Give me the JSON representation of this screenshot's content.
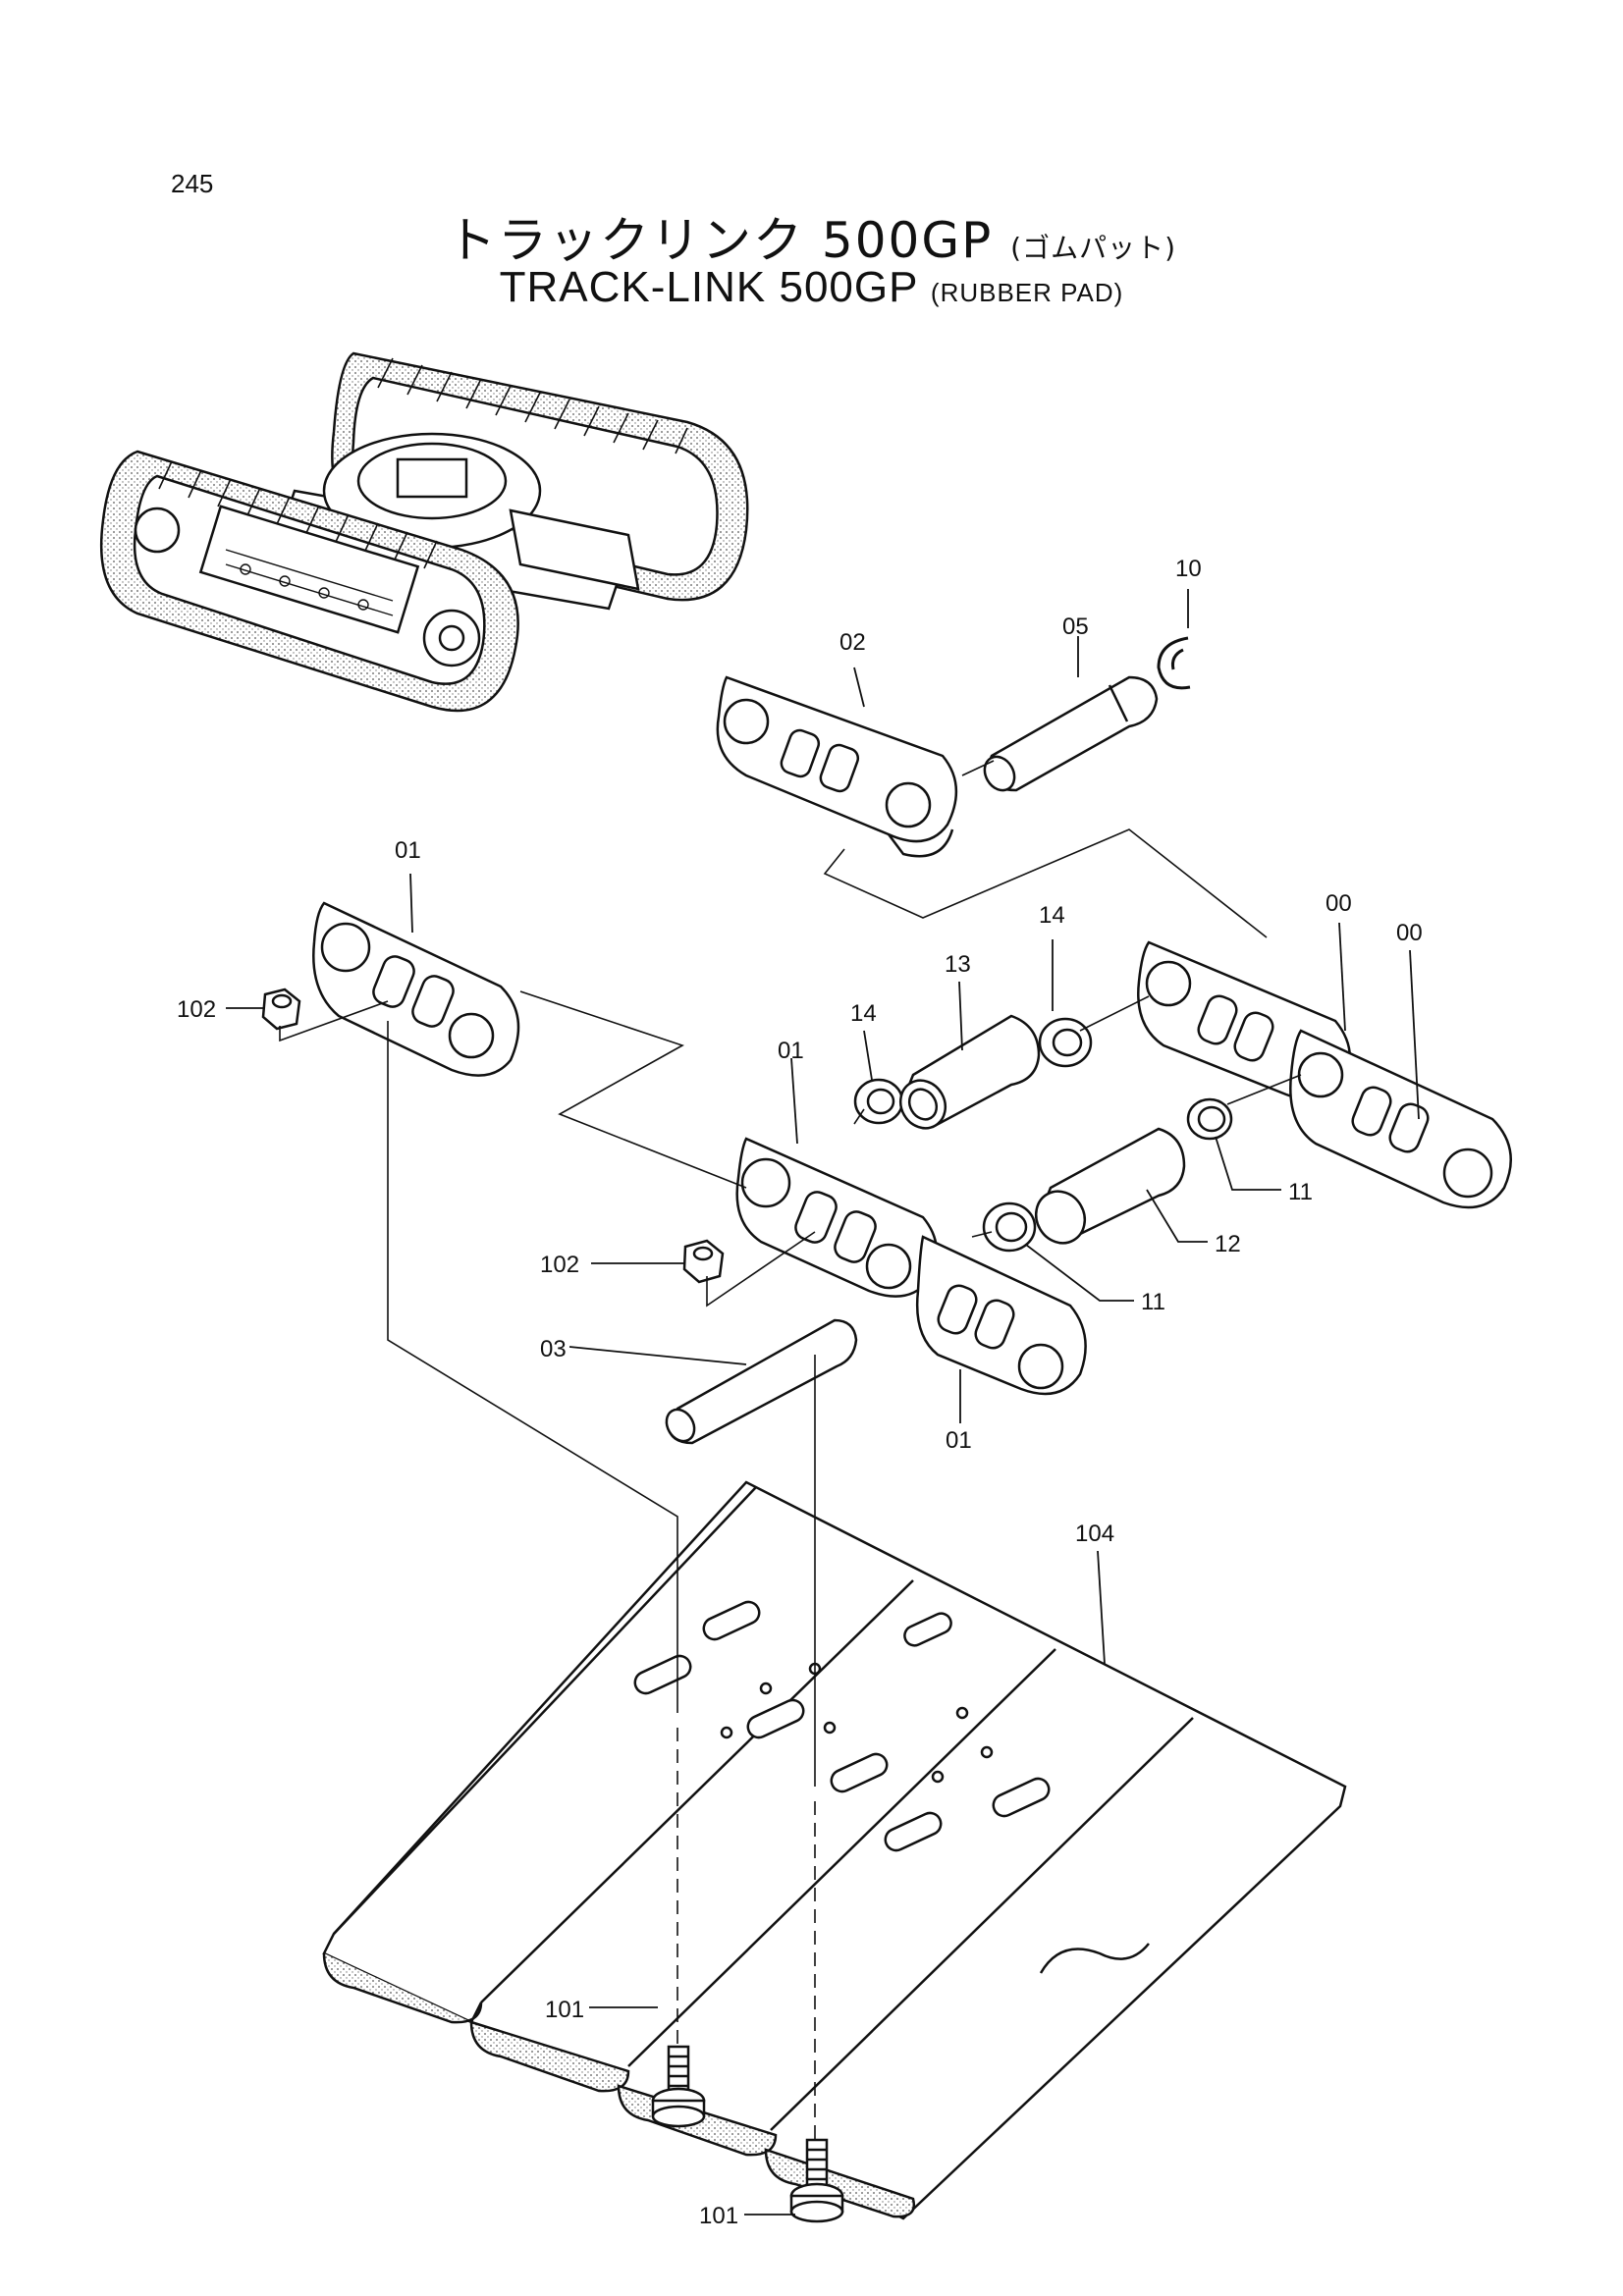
{
  "page_number": "245",
  "title_jp": "トラックリンク 500GP",
  "subtitle_jp": "(ゴムパット)",
  "title_en": "TRACK-LINK 500GP",
  "subtitle_en": "(RUBBER PAD)",
  "part_labels": {
    "p00a": "00",
    "p00b": "00",
    "p01a": "01",
    "p01b": "01",
    "p01c": "01",
    "p02": "02",
    "p03": "03",
    "p05": "05",
    "p10": "10",
    "p11a": "11",
    "p11b": "11",
    "p12": "12",
    "p13": "13",
    "p14a": "14",
    "p14b": "14",
    "p101a": "101",
    "p101b": "101",
    "p102a": "102",
    "p102b": "102",
    "p104": "104"
  }
}
